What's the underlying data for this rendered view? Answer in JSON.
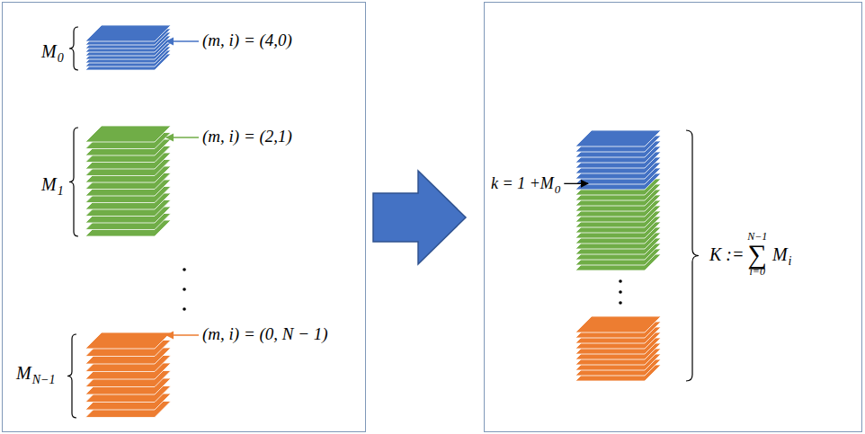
{
  "diagram": {
    "labels": [
      "(m, i) = (4,0)",
      "(m, i) = (2,1)",
      "(m, i) = (0, N − 1)",
      "M",
      "0",
      "M",
      "1",
      "M",
      "N−1",
      "k = 1 + ",
      "M",
      "0",
      "K :=",
      "∑",
      "N−1",
      "i=0",
      "M",
      "i"
    ]
  }
}
